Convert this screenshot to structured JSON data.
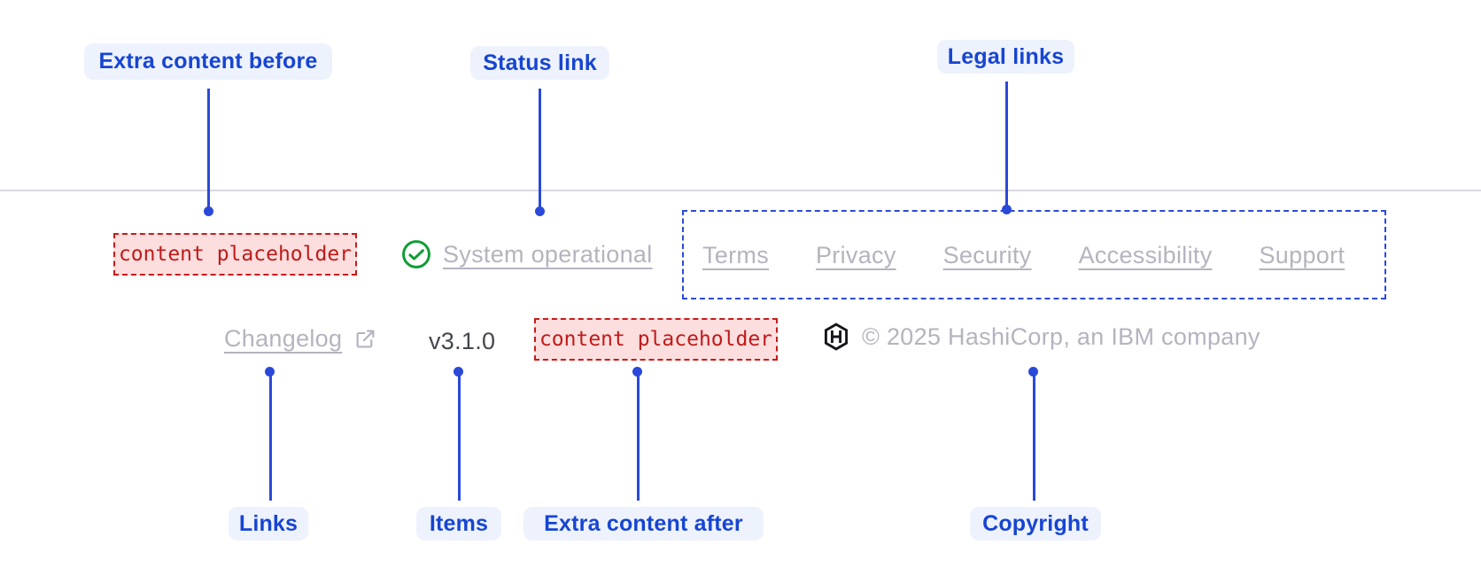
{
  "annotations": {
    "top_labels": [
      "Extra content before",
      "Status link",
      "Legal links"
    ],
    "bottom_labels": [
      "Links",
      "Items",
      "Extra content after",
      "Copyright"
    ]
  },
  "footer": {
    "extra_content_before": "content placeholder",
    "status_link": "System operational",
    "status_icon": "check-circle-icon",
    "legal_links": [
      "Terms",
      "Privacy",
      "Security",
      "Accessibility",
      "Support"
    ],
    "changelog_link": "Changelog",
    "changelog_icon": "external-link-icon",
    "version": "v3.1.0",
    "extra_content_after": "content placeholder",
    "logo_icon": "hashicorp-logo",
    "copyright": "© 2025 HashiCorp, an IBM company"
  },
  "colors": {
    "annotation_blue": "#2a49d9",
    "annotation_label_text": "#1745d2",
    "annotation_label_bg": "#edf2fd",
    "faint_link_text": "#b5b3bf",
    "version_text": "#44474d",
    "divider": "#dcd8e0",
    "placeholder_border": "#c81b1b",
    "placeholder_bg": "#fcdede",
    "placeholder_text": "#bf1a1a",
    "status_green": "#0d9e33",
    "logo_black": "#15171c"
  }
}
